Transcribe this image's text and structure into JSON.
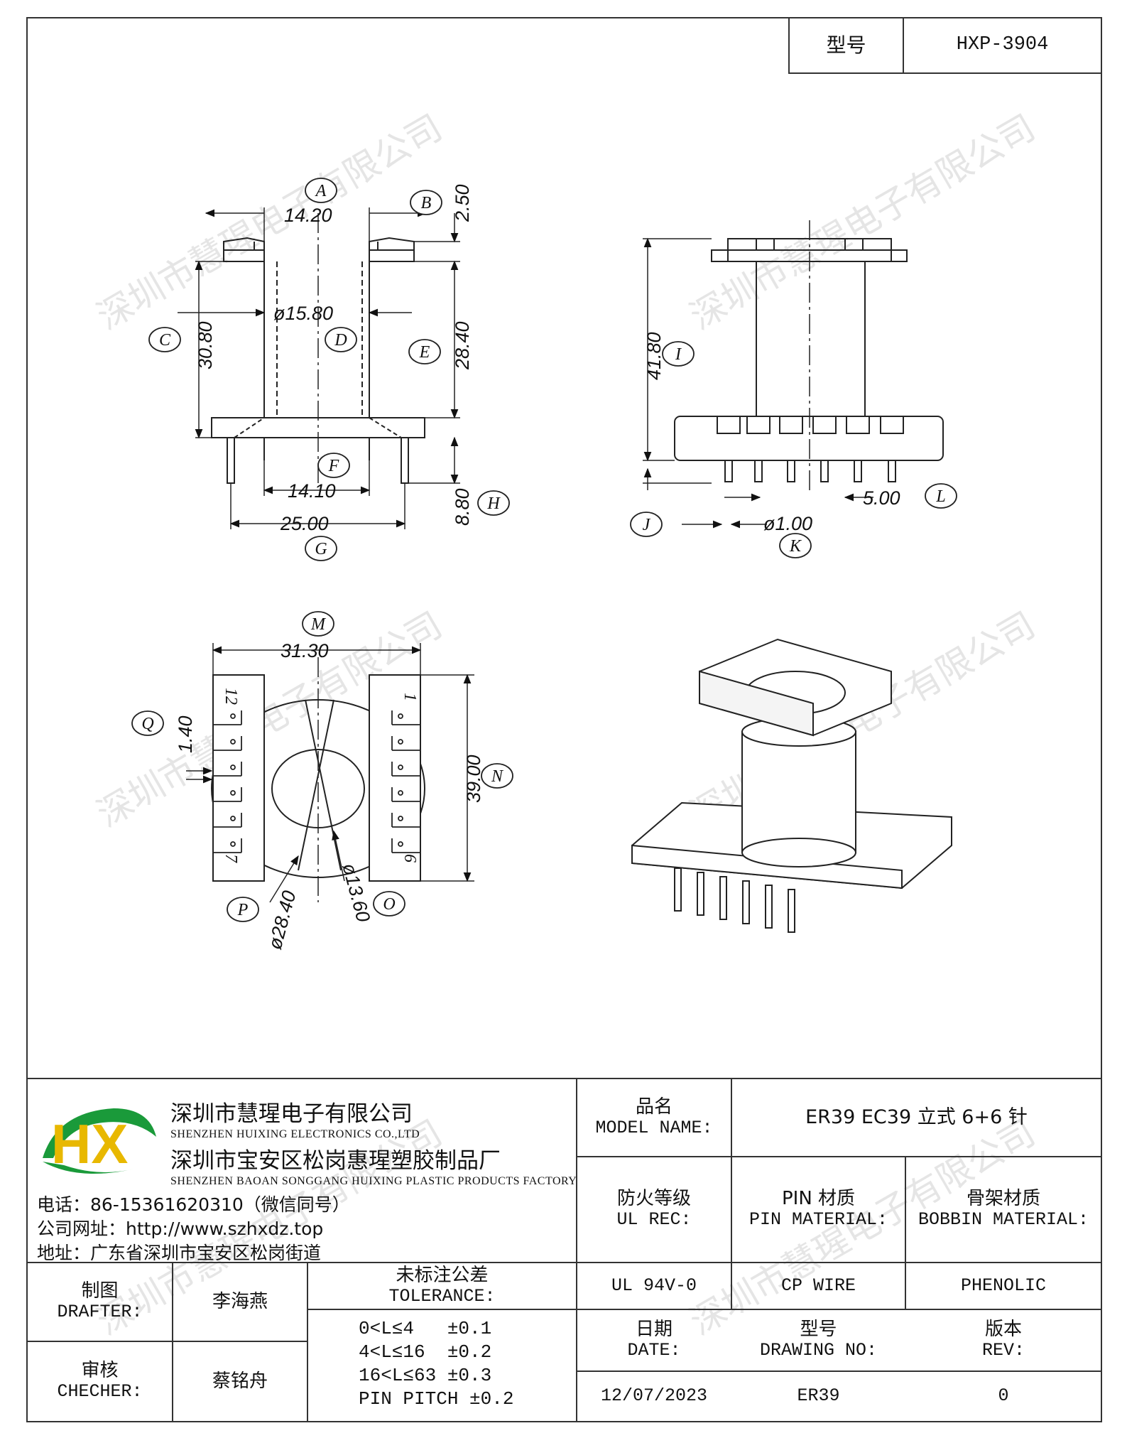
{
  "header": {
    "model_label": "型号",
    "model_value": "HXP-3904"
  },
  "watermark": "深圳市慧瑆电子有限公司",
  "dimensions": {
    "front": [
      "14.20",
      "2.50",
      "ø15.80",
      "30.80",
      "28.40",
      "14.10",
      "25.00",
      "8.80"
    ],
    "side": [
      "41.80",
      "5.00",
      "ø1.00"
    ],
    "bottom": [
      "31.30",
      "1.40",
      "39.00",
      "ø28.40",
      "ø13.60"
    ]
  },
  "markers": [
    "A",
    "B",
    "C",
    "D",
    "E",
    "F",
    "G",
    "H",
    "I",
    "J",
    "K",
    "L",
    "M",
    "N",
    "O",
    "P",
    "Q"
  ],
  "pin_numbers": {
    "left_top": "12",
    "left_bottom": "7",
    "right_top": "1",
    "right_bottom": "6"
  },
  "company": {
    "name_cn": "深圳市慧瑆电子有限公司",
    "name_en": "SHENZHEN HUIXING ELECTRONICS CO.,LTD",
    "factory_cn": "深圳市宝安区松岗惠瑆塑胶制品厂",
    "factory_en": "SHENZHEN BAOAN SONGGANG HUIXING PLASTIC PRODUCTS FACTORY",
    "phone": "电话：86-15361620310（微信同号）",
    "website": "公司网址：http://www.szhxdz.top",
    "address": "地址：广东省深圳市宝安区松岗街道",
    "logo_letters": "HX"
  },
  "title_block": {
    "model_name_cn": "品名",
    "model_name_en": "MODEL NAME:",
    "model_name_value": "ER39 EC39 立式 6+6 针",
    "ul_cn": "防火等级",
    "ul_en": "UL REC:",
    "pin_cn": "PIN 材质",
    "pin_en": "PIN MATERIAL:",
    "bobbin_cn": "骨架材质",
    "bobbin_en": "BOBBIN MATERIAL:",
    "ul_value": "UL 94V-0",
    "pin_value": "CP WIRE",
    "bobbin_value": "PHENOLIC",
    "date_cn": "日期",
    "date_en": "DATE:",
    "drawing_cn": "型号",
    "drawing_en": "DRAWING NO:",
    "rev_cn": "版本",
    "rev_en": "REV:",
    "date_value": "12/07/2023",
    "drawing_value": "ER39",
    "rev_value": "0",
    "drafter_cn": "制图",
    "drafter_en": "DRAFTER:",
    "drafter_name": "李海燕",
    "checker_cn": "审核",
    "checker_en": "CHECHER:",
    "checker_name": "蔡铭舟",
    "tolerance_cn": "未标注公差",
    "tolerance_en": "TOLERANCE:",
    "tolerance_lines": [
      "0<L≤4   ±0.1",
      "4<L≤16  ±0.2",
      "16<L≤63 ±0.3",
      "PIN PITCH ±0.2"
    ]
  }
}
